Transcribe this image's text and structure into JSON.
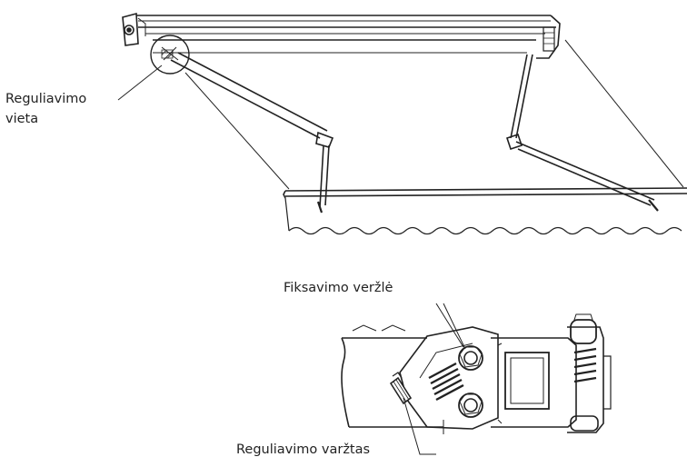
{
  "labels": {
    "regulation_point_line1": "Reguliavimo",
    "regulation_point_line2": "vieta",
    "fixing_nuts": "Fiksavimo veržlė",
    "adjusting_bolt": "Reguliavimo varžtas"
  }
}
